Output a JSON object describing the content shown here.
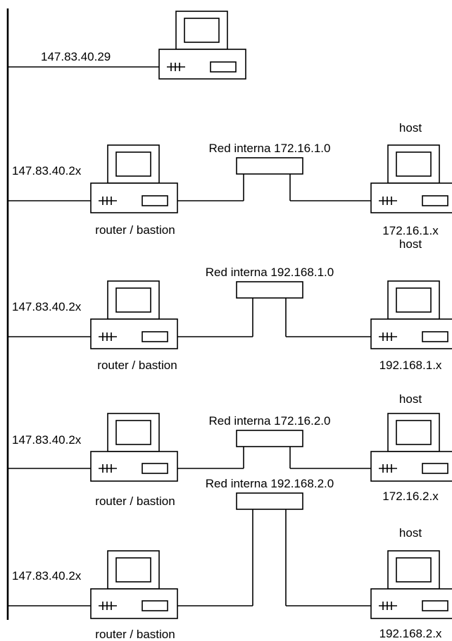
{
  "top_station": {
    "ip": "147.83.40.29"
  },
  "segments": [
    {
      "router_ip": "147.83.40.2x",
      "router_label": "router / bastion",
      "net_label": "Red interna 172.16.1.0",
      "host_label": "host",
      "host_ip": "172.16.1.x"
    },
    {
      "router_ip": "147.83.40.2x",
      "router_label": "router / bastion",
      "net_label": "Red interna 192.168.1.0",
      "host_label": "host",
      "host_ip": "192.168.1.x"
    },
    {
      "router_ip": "147.83.40.2x",
      "router_label": "router / bastion",
      "net_label": "Red interna 172.16.2.0",
      "host_label": "host",
      "host_ip": "172.16.2.x"
    },
    {
      "router_ip": "147.83.40.2x",
      "router_label": "router / bastion",
      "net_label": "Red interna 192.168.2.0",
      "host_label": "host",
      "host_ip": "192.168.2.x"
    }
  ]
}
